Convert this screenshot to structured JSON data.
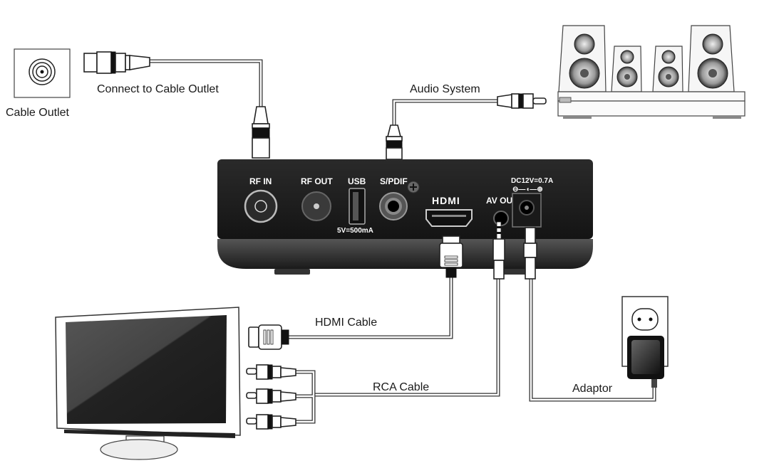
{
  "labels": {
    "cable_outlet": "Cable Outlet",
    "connect_to_cable_outlet": "Connect  to Cable Outlet",
    "audio_system": "Audio System",
    "hdmi_cable": "HDMI Cable",
    "rca_cable": "RCA Cable",
    "adaptor": "Adaptor"
  },
  "device_ports": {
    "rf_in": "RF IN",
    "rf_out": "RF OUT",
    "usb": "USB",
    "usb_rating": "5V=500mA",
    "spdif": "S/PDIF",
    "hdmi": "HDMI",
    "av_out": "AV OUT",
    "dc_rating": "DC12V=0.7A",
    "dc_polarity": "⊖—◖—⊕"
  },
  "colors": {
    "device_body": "#1c1c1c",
    "cable_outline": "#333333",
    "screen": "#2a2a2a"
  }
}
